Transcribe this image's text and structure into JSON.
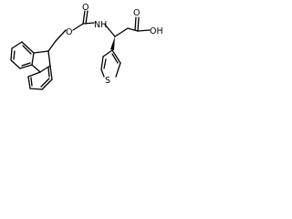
{
  "molecule": {
    "atoms": {
      "carbonyl_o": "O",
      "ester_o": "O",
      "nh": "NH",
      "acid_o": "O",
      "oh": "OH",
      "thiophene_s": "S"
    },
    "colors": {
      "bond": "#000000",
      "background": "#ffffff"
    }
  }
}
